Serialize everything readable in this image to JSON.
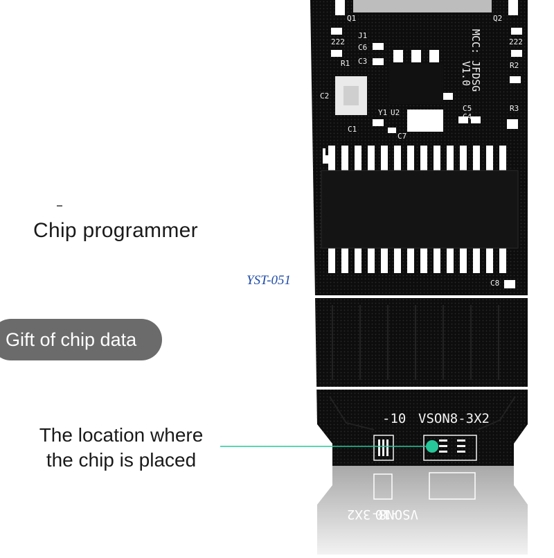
{
  "labels": {
    "chip_programmer": "Chip programmer",
    "model": "YST-051",
    "gift": "Gift of chip data",
    "location_line1": "The location where",
    "location_line2": "the chip is placed"
  },
  "board": {
    "silkscreen": {
      "q1": "Q1",
      "q2": "Q2",
      "j1": "J1",
      "c6": "C6",
      "c3": "C3",
      "r1": "R1",
      "r2": "R2",
      "r3": "R3",
      "c2": "C2",
      "c1": "C1",
      "c5": "C5",
      "c4": "C4",
      "c7": "C7",
      "c8": "C8",
      "u2": "U2",
      "y1": "Y1",
      "r222a": "222",
      "r222b": "222",
      "brand_line1": "MCC: JFDSG",
      "brand_line2": "V1.0",
      "pkg_num": "-10",
      "pkg_name": "VSON8-3X2"
    },
    "colors": {
      "pcb": "#0d0d0d",
      "silk": "#f2f2f2",
      "accent": "#27c79a"
    }
  }
}
